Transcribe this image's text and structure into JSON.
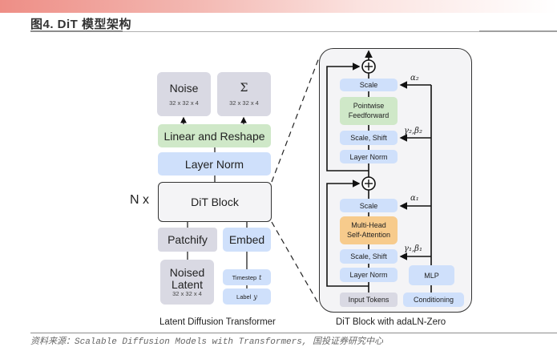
{
  "header": {
    "figure_title": "图4. DiT 模型架构"
  },
  "left_diagram": {
    "caption": "Latent Diffusion Transformer",
    "outputs": [
      {
        "label": "Noise",
        "dims": "32 x 32 x 4"
      },
      {
        "label": "Σ",
        "dims": "32 x 32 x 4"
      }
    ],
    "linear_reshape": "Linear and Reshape",
    "layer_norm": "Layer Norm",
    "repeat_label": "N x",
    "dit_block": "DiT Block",
    "patchify": "Patchify",
    "embed": "Embed",
    "noised_latent": {
      "line1": "Noised",
      "line2": "Latent",
      "dims": "32 x 32 x 4"
    },
    "timestep": {
      "label": "Timestep",
      "var": "t"
    },
    "class_label": {
      "label": "Label",
      "var": "y"
    }
  },
  "right_diagram": {
    "caption": "DiT Block with adaLN-Zero",
    "top_scale": "Scale",
    "pointwise_ff": {
      "line1": "Pointwise",
      "line2": "Feedforward"
    },
    "scale_shift_2": "Scale, Shift",
    "layer_norm_2": "Layer Norm",
    "mid_scale": "Scale",
    "mhsa": {
      "line1": "Multi-Head",
      "line2": "Self-Attention"
    },
    "scale_shift_1": "Scale, Shift",
    "layer_norm_1": "Layer Norm",
    "mlp": "MLP",
    "input_tokens": "Input Tokens",
    "conditioning": "Conditioning",
    "alpha2": "α₂",
    "gamma2_beta2": "γ₂,β₂",
    "alpha1": "α₁",
    "gamma1_beta1": "γ₁,β₁",
    "plus_symbol": "+"
  },
  "footer": {
    "source": "资料来源：Scalable Diffusion Models with Transformers, 国投证券研究中心"
  },
  "colors": {
    "gray_box": "#d9d9e3",
    "green_box": "#cfe8c8",
    "blue_box": "#cfe0fb",
    "orange_box": "#f7cb8c",
    "header_gradient": "#ee8e86"
  }
}
